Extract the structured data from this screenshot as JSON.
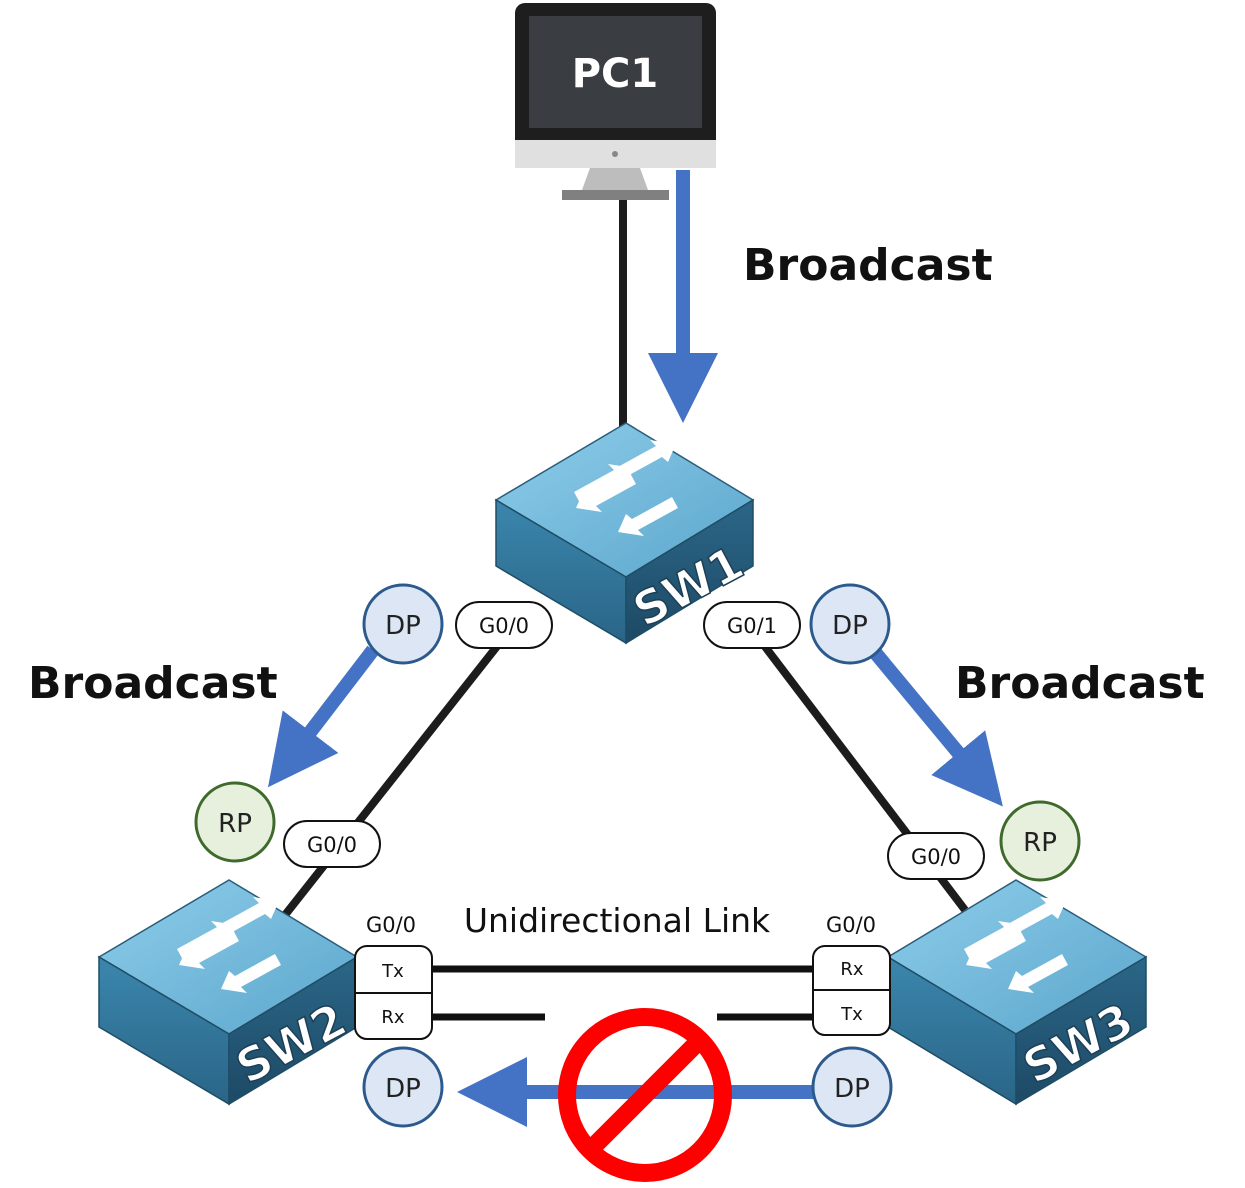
{
  "pc": {
    "name": "PC1"
  },
  "switches": {
    "sw1": {
      "name": "SW1"
    },
    "sw2": {
      "name": "SW2"
    },
    "sw3": {
      "name": "SW3"
    }
  },
  "flows": {
    "pc_to_sw1": "Broadcast",
    "sw1_to_sw2": "Broadcast",
    "sw1_to_sw3": "Broadcast"
  },
  "ports": {
    "sw1_left": "G0/0",
    "sw1_right": "G0/1",
    "sw2_top": "G0/0",
    "sw3_top": "G0/0",
    "sw2_bottom": "G0/0",
    "sw3_bottom": "G0/0"
  },
  "roles": {
    "sw1_left": "DP",
    "sw1_right": "DP",
    "sw2_top": "RP",
    "sw3_top": "RP",
    "sw2_bottom": "DP",
    "sw3_bottom": "DP"
  },
  "txrx": {
    "sw2_upper": "Tx",
    "sw2_lower": "Rx",
    "sw3_upper": "Rx",
    "sw3_lower": "Tx"
  },
  "link_caption": "Unidirectional Link",
  "colors": {
    "arrow": "#4472c4",
    "cable": "#1c1c1c",
    "dp_fill": "#dce6f5",
    "dp_stroke": "#2d5a8c",
    "rp_fill": "#e6f0dc",
    "rp_stroke": "#3f6a2c",
    "blocked": "#ff0000",
    "switch_top": "#6fb6d8",
    "switch_left": "#2f6e90",
    "switch_right": "#22536f"
  }
}
